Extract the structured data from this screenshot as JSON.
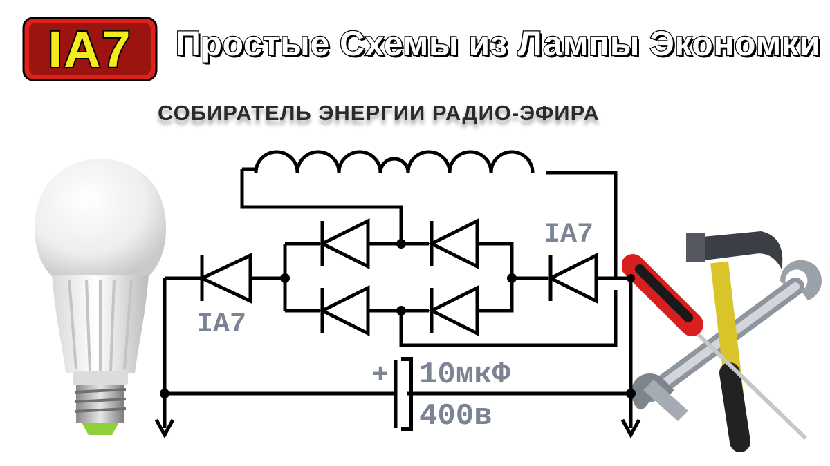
{
  "badge": {
    "text": "IA7"
  },
  "header": {
    "title": "Простые Схемы из Лампы Экономки"
  },
  "subheader": {
    "subtitle": "СОБИРАТЕЛЬ ЭНЕРГИИ РАДИО-ЭФИРА"
  },
  "diagram": {
    "diode_label_left": "IA7",
    "diode_label_right": "IA7",
    "capacitor_polarity": "+",
    "capacitor_value": "10мкФ",
    "capacitor_voltage": "400в"
  },
  "colors": {
    "badge_fill": "#f5ea1c",
    "badge_border": "#e0201a",
    "label_gray": "#7b8394",
    "wire": "#000000"
  },
  "icons": [
    "led-bulb-icon",
    "hammer-icon",
    "wrench-icon",
    "screwdriver-icon"
  ]
}
